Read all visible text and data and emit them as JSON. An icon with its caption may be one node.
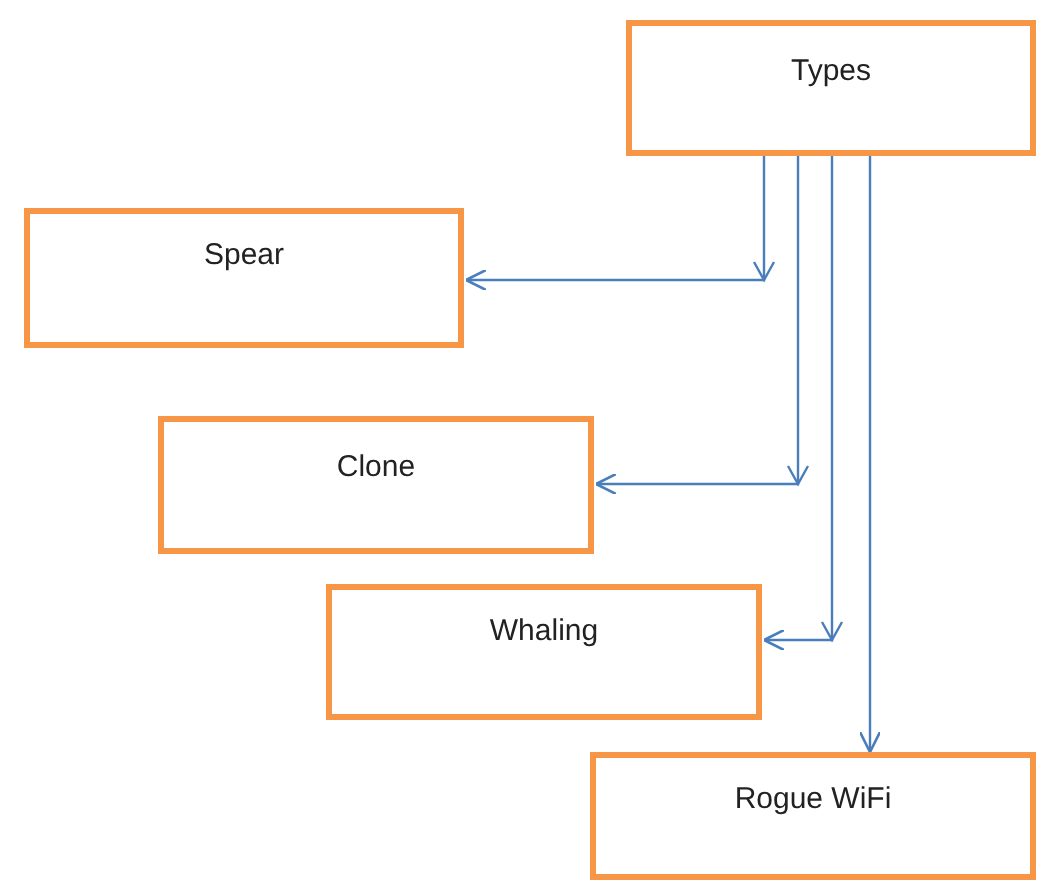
{
  "diagram": {
    "nodes": [
      {
        "text": [
          "Types"
        ]
      },
      {
        "text": [
          "Spear"
        ]
      },
      {
        "text": [
          "Clone"
        ]
      },
      {
        "text": [
          "Whaling"
        ]
      },
      {
        "text": [
          "Rogue WiFi"
        ]
      }
    ],
    "edges": [
      {
        "from": 0,
        "to": 1,
        "arrow": "to"
      },
      {
        "from": 0,
        "to": 2,
        "arrow": "to"
      },
      {
        "from": 0,
        "to": 3,
        "arrow": "to"
      },
      {
        "from": 0,
        "to": 4,
        "arrow": "to"
      }
    ]
  }
}
